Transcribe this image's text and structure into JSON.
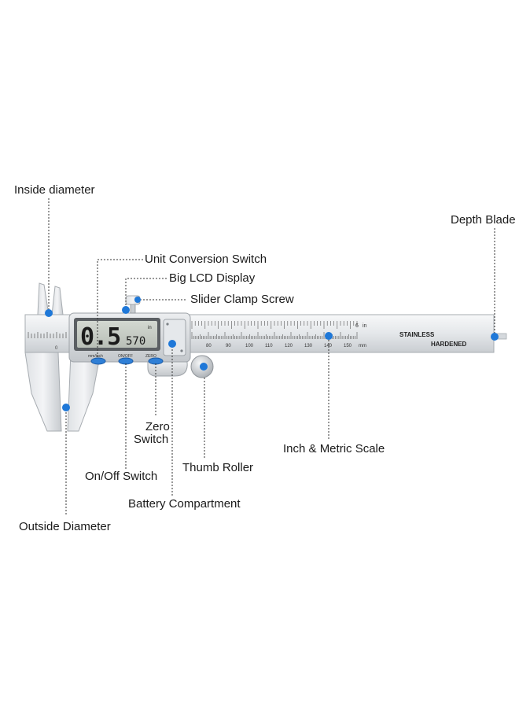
{
  "labels": {
    "inside_diameter": "Inside diameter",
    "depth_blade": "Depth Blade",
    "unit_conversion_switch": "Unit Conversion Switch",
    "big_lcd_display": "Big LCD Display",
    "slider_clamp_screw": "Slider Clamp Screw",
    "zero_switch_line1": "Zero",
    "zero_switch_line2": "Switch",
    "on_off_switch": "On/Off Switch",
    "thumb_roller": "Thumb Roller",
    "inch_metric_scale": "Inch & Metric Scale",
    "battery_compartment": "Battery Compartment",
    "outside_diameter": "Outside Diameter"
  },
  "device": {
    "lcd_main": "0.5",
    "lcd_fraction": "570",
    "lcd_unit": "in",
    "button_labels": [
      "mm/inch",
      "ON/OFF",
      "ZERO"
    ],
    "beam_text_1": "STAINLESS",
    "beam_text_2": "HARDENED",
    "scale_numbers": [
      "80",
      "90",
      "100",
      "110",
      "120",
      "130",
      "140",
      "150"
    ],
    "scale_in_unit": "in",
    "scale_mm_unit": "mm",
    "scale_left_zero": "0",
    "scale_in_number": "6"
  },
  "colors": {
    "marker": "#1f78d8",
    "steel_light": "#eef0f2",
    "steel_dark": "#9ea3a8",
    "lcd_bg": "#c8cdc6",
    "leader_line": "#333333"
  }
}
